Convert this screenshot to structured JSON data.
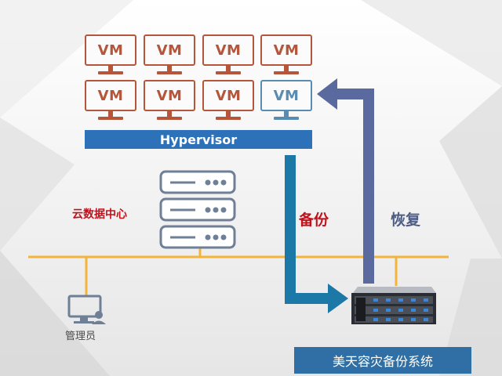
{
  "vms": [
    {
      "label": "VM",
      "state": "normal"
    },
    {
      "label": "VM",
      "state": "normal"
    },
    {
      "label": "VM",
      "state": "normal"
    },
    {
      "label": "VM",
      "state": "normal"
    },
    {
      "label": "VM",
      "state": "normal"
    },
    {
      "label": "VM",
      "state": "normal"
    },
    {
      "label": "VM",
      "state": "normal"
    },
    {
      "label": "VM",
      "state": "restored"
    }
  ],
  "hypervisor": {
    "label": "Hypervisor"
  },
  "datacenter": {
    "label": "云数据中心"
  },
  "flows": {
    "backup": "备份",
    "restore": "恢复"
  },
  "admin": {
    "label": "管理员"
  },
  "system": {
    "label": "美天容灾备份系统"
  },
  "colors": {
    "vm_normal": "#b5563b",
    "vm_restored": "#5a8bb0",
    "hypervisor": "#2d71b8",
    "backup_arrow": "#1c78a6",
    "restore_arrow": "#5b6a9e",
    "network_line": "#f4b33a",
    "label_red": "#c1121c"
  }
}
